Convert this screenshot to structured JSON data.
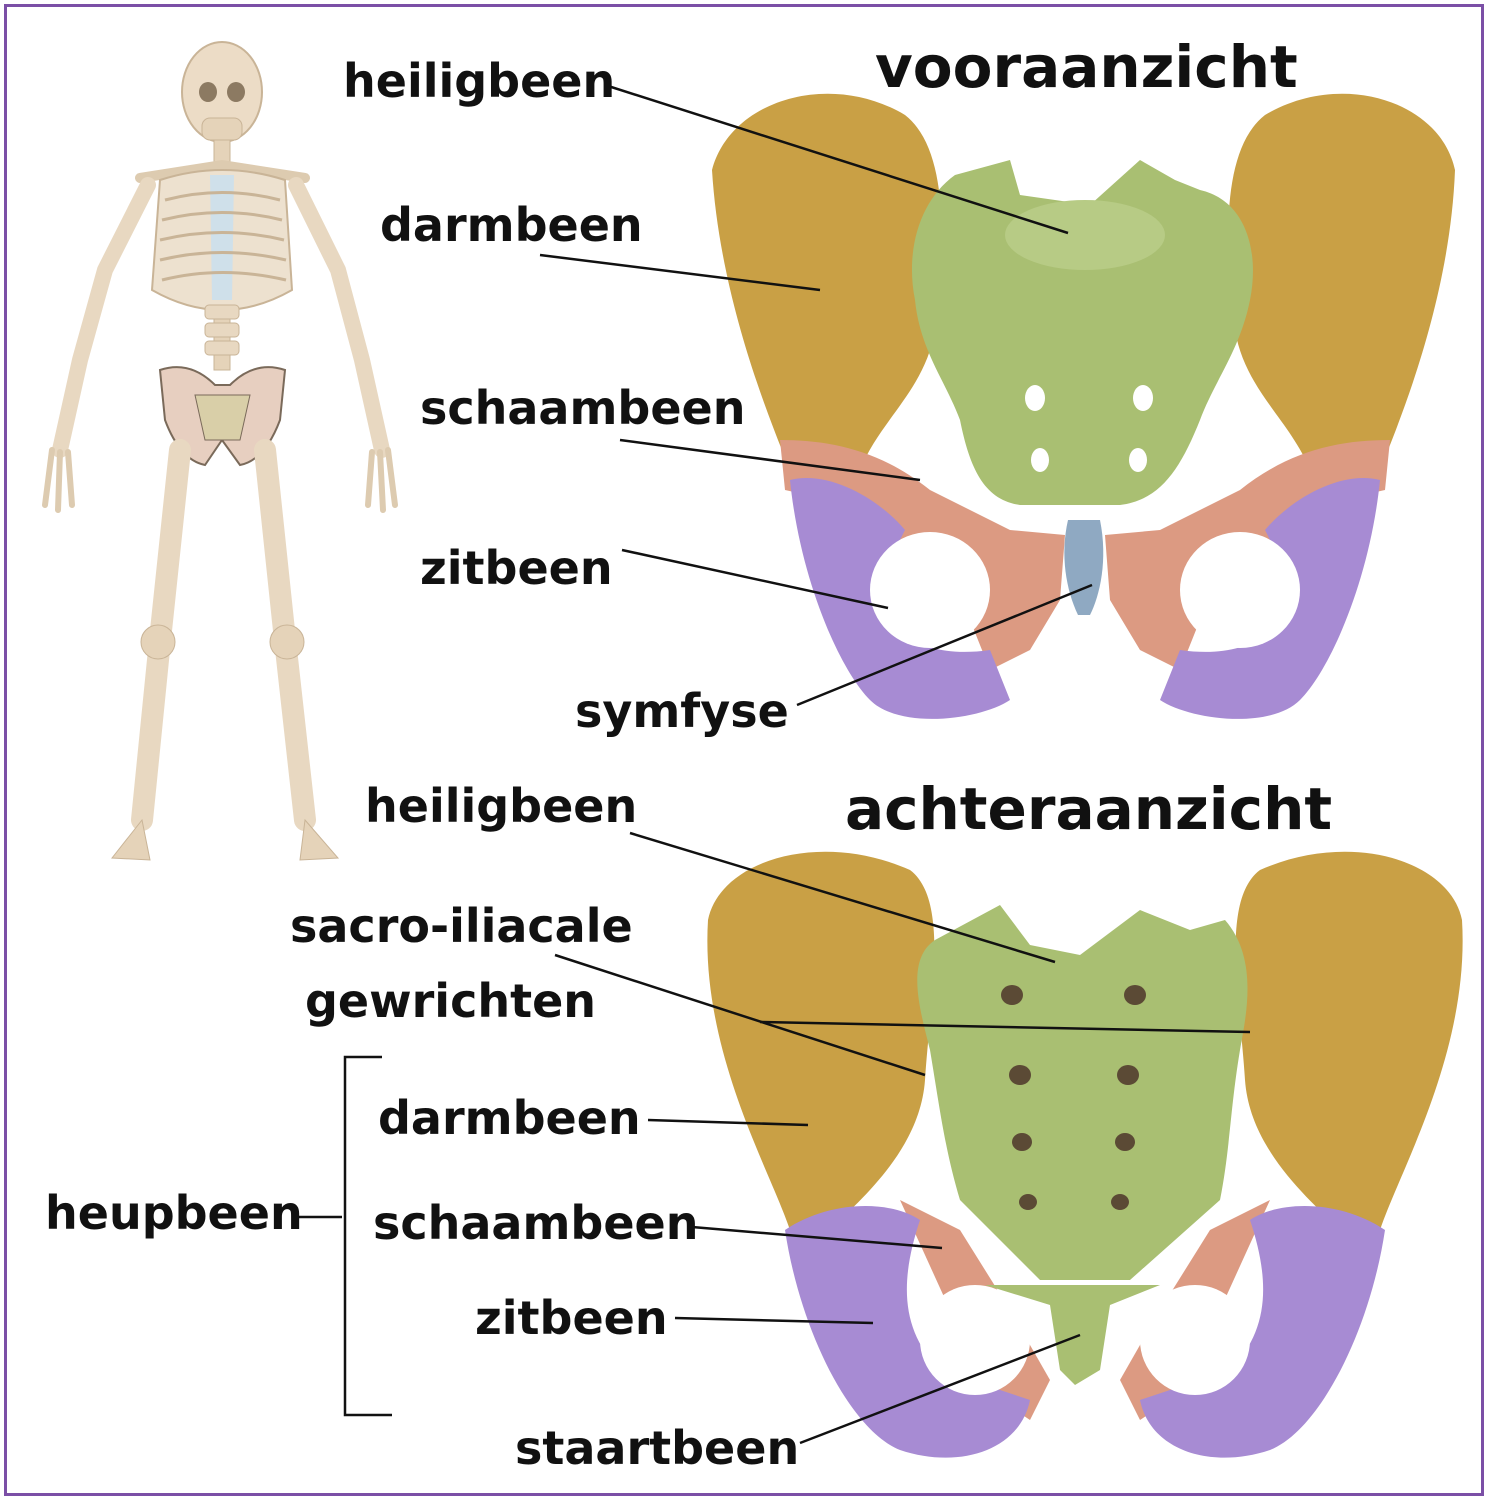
{
  "titles": {
    "front": "vooraanzicht",
    "back": "achteraanzicht"
  },
  "front_labels": {
    "sacrum": "heiligbeen",
    "ilium": "darmbeen",
    "pubis": "schaambeen",
    "ischium": "zitbeen",
    "symphysis": "symfyse"
  },
  "back_labels": {
    "sacrum": "heiligbeen",
    "si_joints_line1": "sacro-iliacale",
    "si_joints_line2": "gewrichten",
    "ilium": "darmbeen",
    "pubis": "schaambeen",
    "ischium": "zitbeen",
    "coccyx": "staartbeen",
    "hip_bone": "heupbeen"
  },
  "colors": {
    "ilium": "#c9a045",
    "sacrum": "#a9bf72",
    "pubis": "#dc9a82",
    "ischium": "#a78bd3",
    "symphysis": "#8fa9c2",
    "bone": "#ecdcc6",
    "frame": "#7b4fa6"
  }
}
